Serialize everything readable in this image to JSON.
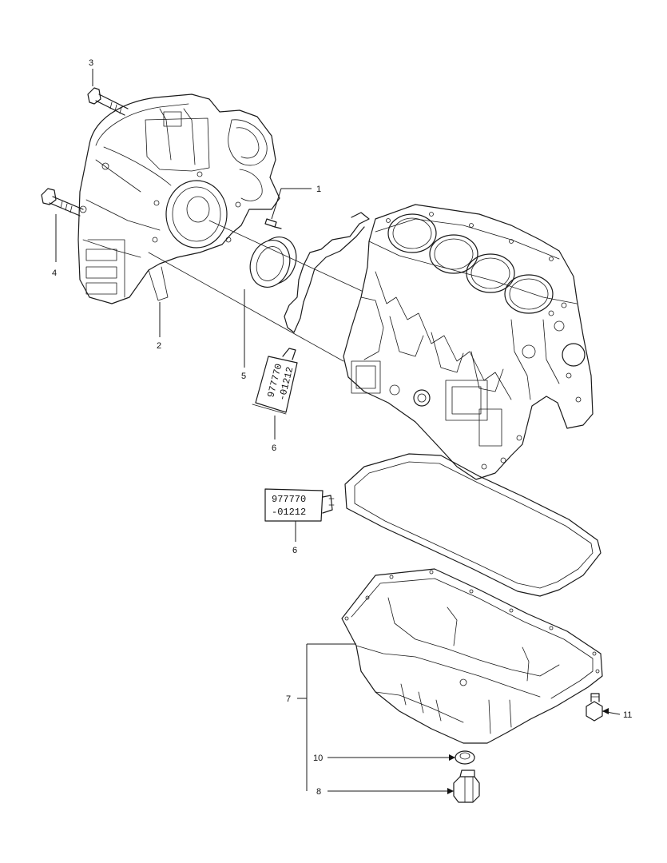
{
  "callouts": {
    "c1": "1",
    "c2": "2",
    "c3": "3",
    "c4": "4",
    "c5": "5",
    "c6a": "6",
    "c6b": "6",
    "c7": "7",
    "c8": "8",
    "c10": "10",
    "c11": "11"
  },
  "sealant_tube": {
    "line1": "977770",
    "line2": "-01212"
  }
}
